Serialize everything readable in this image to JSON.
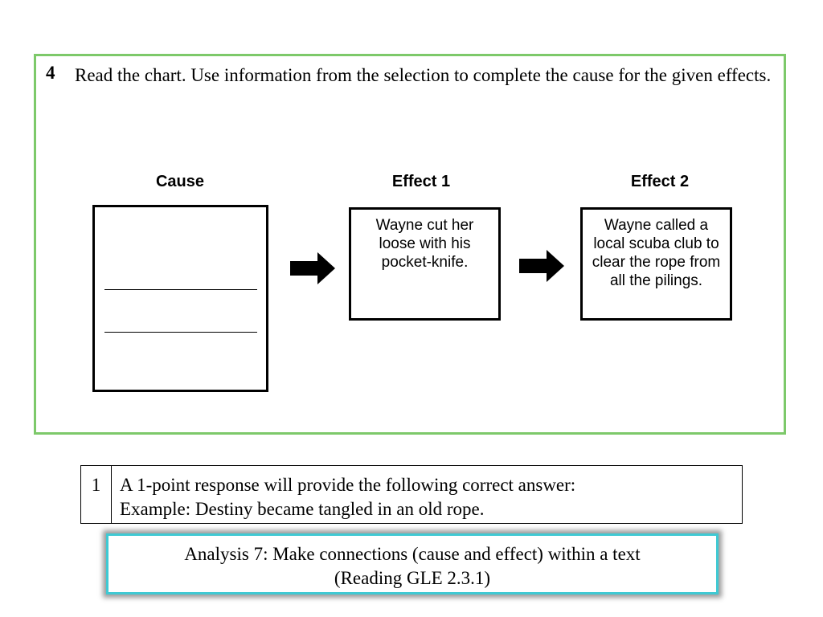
{
  "question": {
    "number": "4",
    "prompt": "Read the chart. Use information from the selection to complete the cause for the given effects."
  },
  "chart": {
    "cause_header": "Cause",
    "effect1_header": "Effect 1",
    "effect2_header": "Effect 2",
    "effect1_text": "Wayne cut her loose with his pocket-knife.",
    "effect2_text": "Wayne called a local scuba club to clear the rope from all the pilings.",
    "blank_lines": 2,
    "arrow_icon": "right-arrow-icon"
  },
  "scoring": {
    "points": "1",
    "line1": "A 1-point response will provide the following correct answer:",
    "line2": "Example: Destiny became tangled in an old rope."
  },
  "standard": {
    "line1": "Analysis 7:  Make connections (cause and effect) within a text",
    "line2": "(Reading GLE 2.3.1)"
  },
  "colors": {
    "question_border": "#7dc96a",
    "standard_border": "#3fc9d3"
  }
}
